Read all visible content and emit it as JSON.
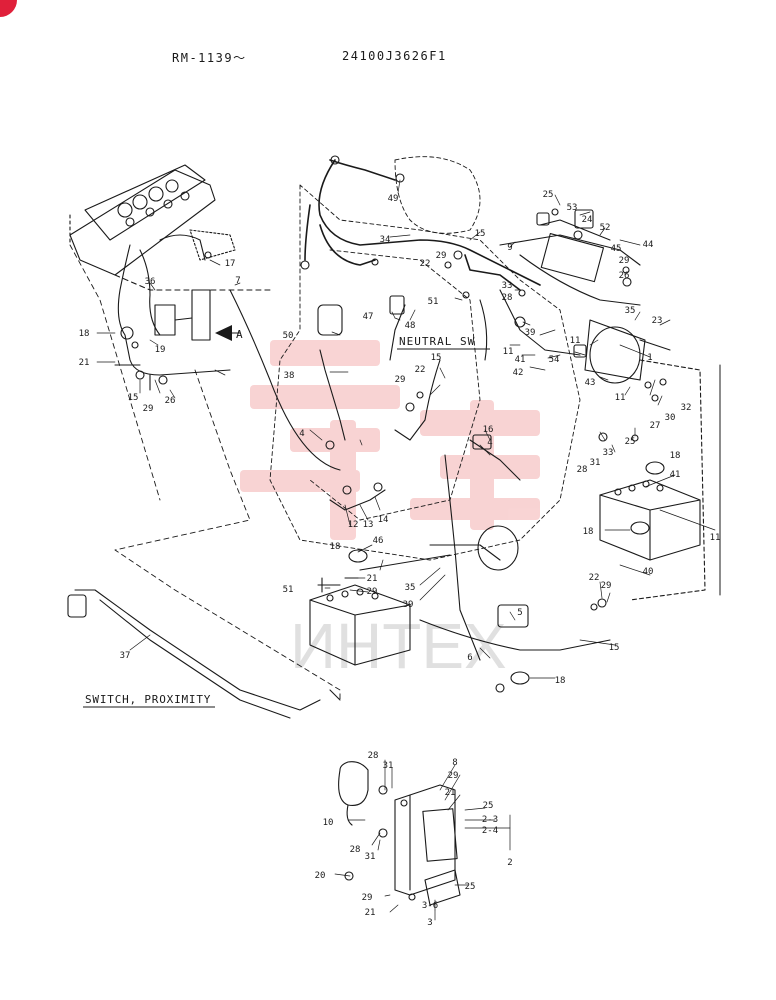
{
  "header": {
    "range": "RM-1139〜",
    "part_number": "24100J3626F1"
  },
  "labels": {
    "neutral_sw": "NEUTRAL SW",
    "switch_proximity": "SWITCH, PROXIMITY",
    "view_a": "A"
  },
  "watermark": {
    "text": "ИНТЕХ"
  },
  "colors": {
    "line": "#1a1a1a",
    "watermark_red": "#e23b3b",
    "watermark_gray": "#c8c8c8",
    "badge": "#e0203a"
  },
  "callouts": [
    "1",
    "2",
    "2-3",
    "2-4",
    "3",
    "3-6",
    "4",
    "5",
    "6",
    "7",
    "8",
    "9",
    "10",
    "11",
    "12",
    "13",
    "14",
    "15",
    "16",
    "17",
    "18",
    "19",
    "20",
    "21",
    "22",
    "23",
    "24",
    "25",
    "26",
    "27",
    "28",
    "29",
    "30",
    "31",
    "32",
    "33",
    "34",
    "35",
    "36",
    "37",
    "38",
    "39",
    "40",
    "41",
    "42",
    "43",
    "44",
    "45",
    "46",
    "47",
    "48",
    "49",
    "50",
    "51",
    "52",
    "53",
    "54"
  ]
}
